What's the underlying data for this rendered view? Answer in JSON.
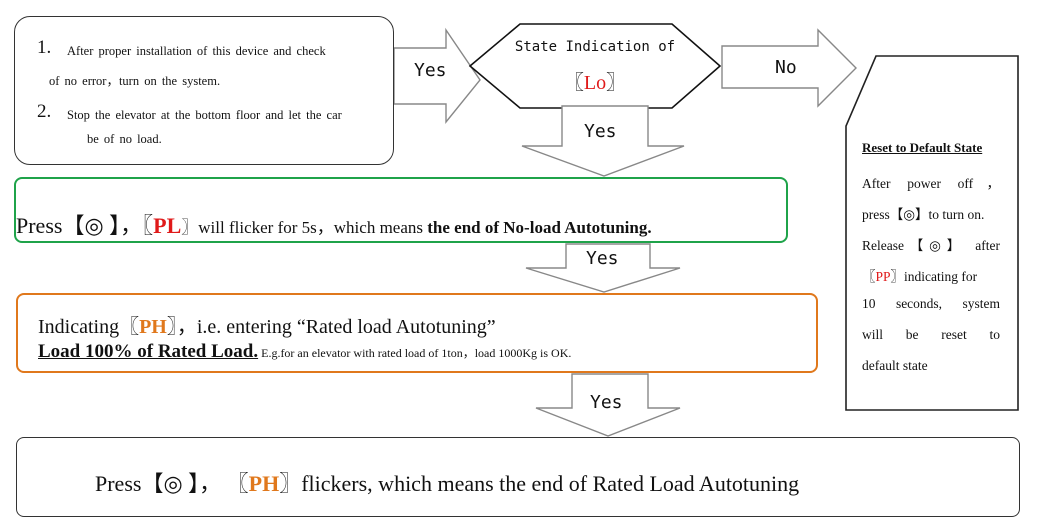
{
  "step1": {
    "item1_number": "1.",
    "item1_line1": "After proper installation of this device and check",
    "item1_line2": "of no error，turn on the system.",
    "item2_number": "2.",
    "item2_line1": "Stop the elevator at the bottom floor and let the car",
    "item2_line2": "be of no load."
  },
  "decision": {
    "line1": "State Indication of",
    "open_bracket": "〖",
    "code": "Lo",
    "close_bracket": "〗"
  },
  "arrow_labels": {
    "yes_right": "Yes",
    "no_right": "No",
    "yes_down_1": "Yes",
    "yes_down_2": "Yes",
    "yes_down_3": "Yes"
  },
  "press_pl": {
    "prefix": "Press【◎ 】，〖",
    "code": "PL",
    "middle": "〗will flicker for 5s，which means ",
    "bold_end": "the end of No-load Autotuning."
  },
  "indicating_ph": {
    "prefix": "Indicating〖",
    "code": "PH",
    "suffix": "〗，i.e. entering “Rated load Autotuning”",
    "load_bold": "Load 100% of Rated Load.",
    "example": " E.g.for an elevator with rated load of 1ton，load 1000Kg is OK."
  },
  "final": {
    "prefix": "Press【◎ 】， 〖",
    "code": "PH",
    "suffix": "〗flickers, which means the end of Rated Load Autotuning"
  },
  "side_note": {
    "title": "Reset to Default State",
    "line1": "After power off，",
    "line2": "press【◎】to turn on.",
    "line3": "Release【◎】 after",
    "line4_open": "〖",
    "line4_code": "PP",
    "line4_rest": "〗indicating for",
    "line5": "10 seconds, system",
    "line6": "will be reset to",
    "line7": "default state"
  },
  "colors": {
    "green_border": "#1fa34a",
    "orange_border": "#e0781c",
    "red_code": "#e01a1a",
    "orange_code": "#e0781c"
  }
}
